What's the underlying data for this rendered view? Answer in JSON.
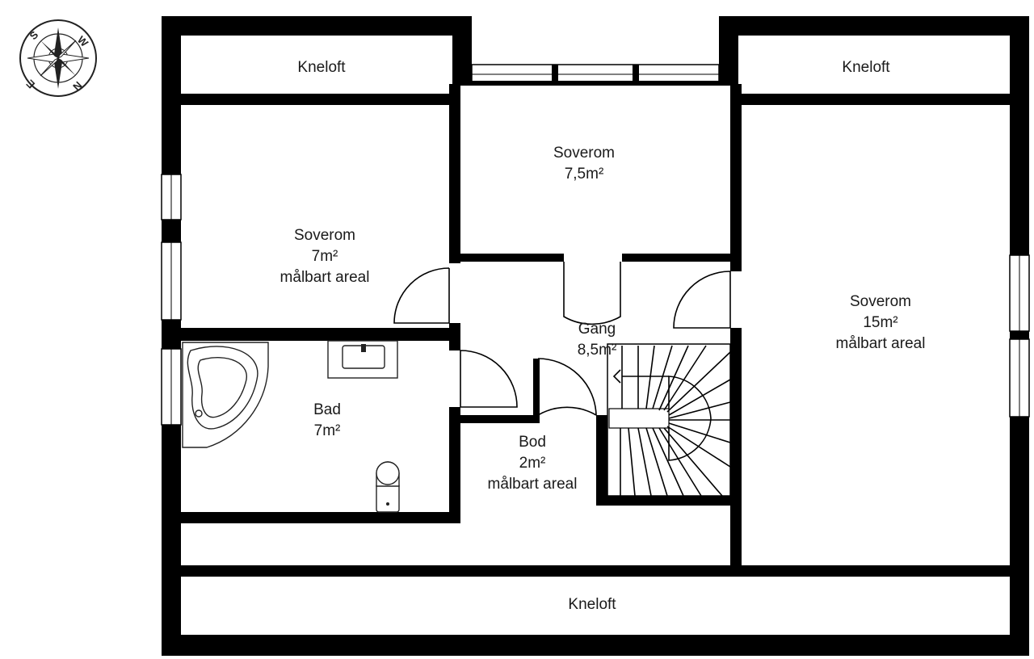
{
  "compass": {
    "letters": [
      "S",
      "W",
      "E",
      "N"
    ],
    "icon": "compass-rose-icon"
  },
  "rooms": {
    "kneloft_left": {
      "name": "Kneloft"
    },
    "kneloft_right": {
      "name": "Kneloft"
    },
    "kneloft_bottom": {
      "name": "Kneloft"
    },
    "soverom_center": {
      "name": "Soverom",
      "area": "7,5m²"
    },
    "soverom_left": {
      "name": "Soverom",
      "area": "7m²",
      "note": "målbart areal"
    },
    "soverom_right": {
      "name": "Soverom",
      "area": "15m²",
      "note": "målbart areal"
    },
    "gang": {
      "name": "Gang",
      "area": "8,5m²"
    },
    "bad": {
      "name": "Bad",
      "area": "7m²"
    },
    "bod": {
      "name": "Bod",
      "area": "2m²",
      "note": "målbart areal"
    }
  },
  "fixtures": [
    "bathtub-icon",
    "sink-icon",
    "toilet-icon",
    "staircase-icon"
  ]
}
